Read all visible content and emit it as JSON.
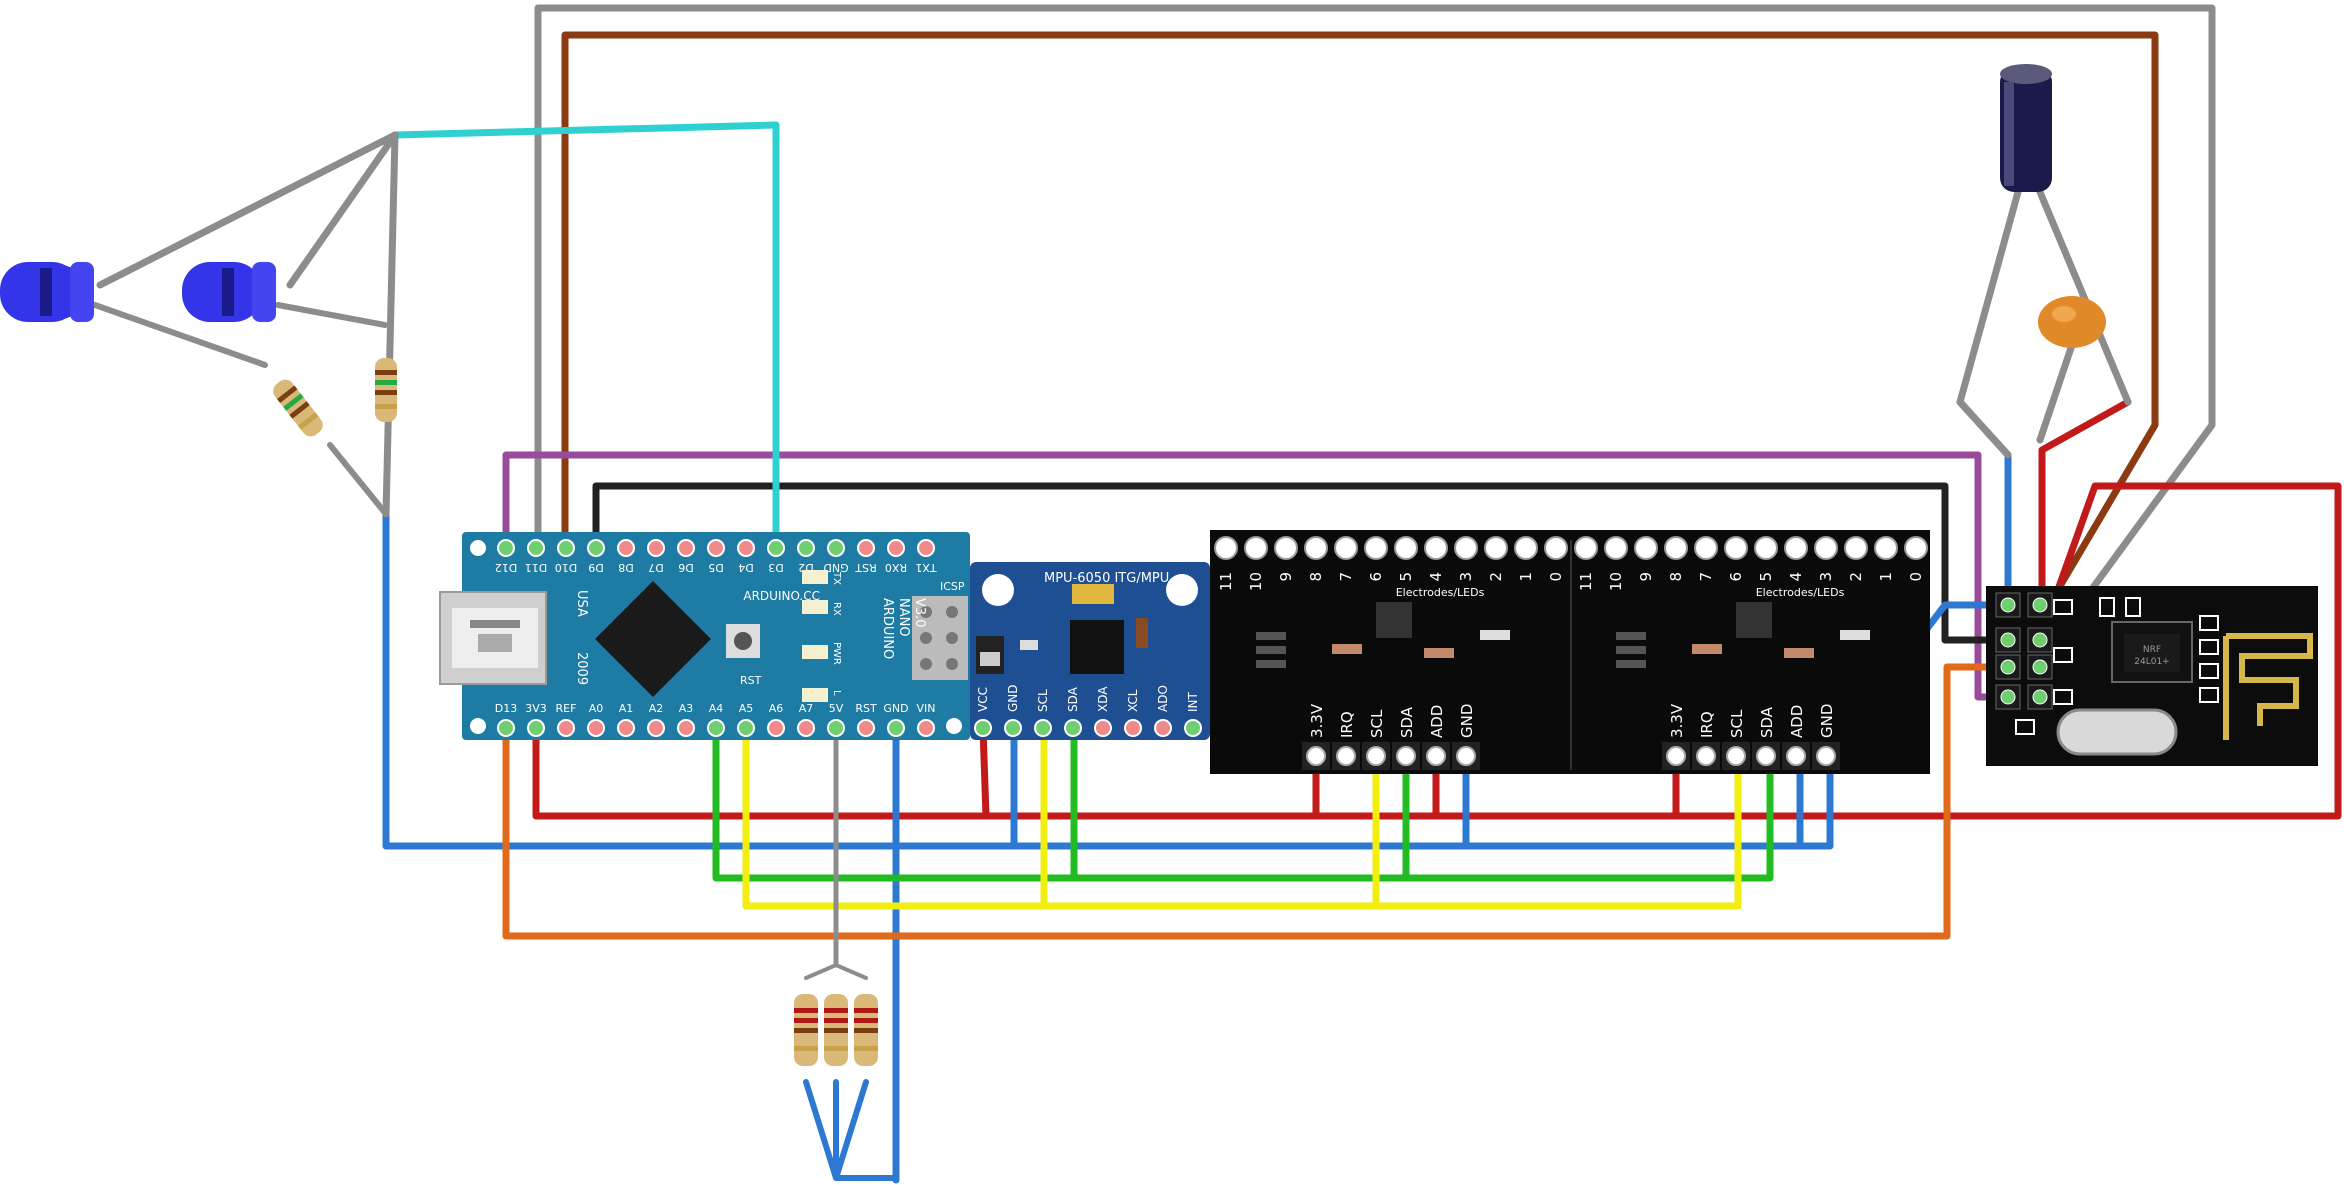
{
  "arduino": {
    "top_pins": [
      "D12",
      "D11",
      "D10",
      "D9",
      "D8",
      "D7",
      "D6",
      "D5",
      "D4",
      "D3",
      "D2",
      "GND",
      "RST",
      "RX0",
      "TX1"
    ],
    "bottom_pins": [
      "D13",
      "3V3",
      "REF",
      "A0",
      "A1",
      "A2",
      "A3",
      "A4",
      "A5",
      "A6",
      "A7",
      "5V",
      "RST",
      "GND",
      "VIN"
    ],
    "brand": "ARDUINO.CC",
    "model_lines": [
      "ARDUINO",
      "NANO",
      "V3.0"
    ],
    "country": "USA",
    "year": "2009",
    "icsp": "ICSP",
    "led_labels": [
      "TX",
      "RX",
      "PWR",
      "L"
    ],
    "rst": "RST"
  },
  "mpu": {
    "title": "MPU-6050 ITG/MPU",
    "pins": [
      "VCC",
      "GND",
      "SCL",
      "SDA",
      "XDA",
      "XCL",
      "ADO",
      "INT"
    ]
  },
  "electrodes": {
    "top_numbers": [
      "11",
      "10",
      "9",
      "8",
      "7",
      "6",
      "5",
      "4",
      "3",
      "2",
      "1",
      "0"
    ],
    "title": "Electrodes/LEDs",
    "pins": [
      "3.3V",
      "IRQ",
      "SCL",
      "SDA",
      "ADD",
      "GND"
    ]
  },
  "rf_module": {
    "chip_text": [
      "NRF",
      "24L01+"
    ]
  },
  "colors": {
    "gray": "#8c8c8c",
    "brown": "#8b3a12",
    "cyan": "#2fd0d0",
    "purple": "#9a4a9a",
    "black": "#222222",
    "red": "#c21a1a",
    "blue": "#2d78d0",
    "green": "#22bb22",
    "yellow": "#f2ee10",
    "orange": "#e06a1a",
    "white": "#ffffff",
    "arduino_board": "#1e7ba3",
    "mpu_board": "#1e4f92",
    "electrode_board": "#0a0a0a"
  },
  "icons": [
    "led-icon",
    "resistor-icon",
    "capacitor-icon",
    "usb-connector-icon",
    "antenna-icon",
    "crystal-icon"
  ]
}
